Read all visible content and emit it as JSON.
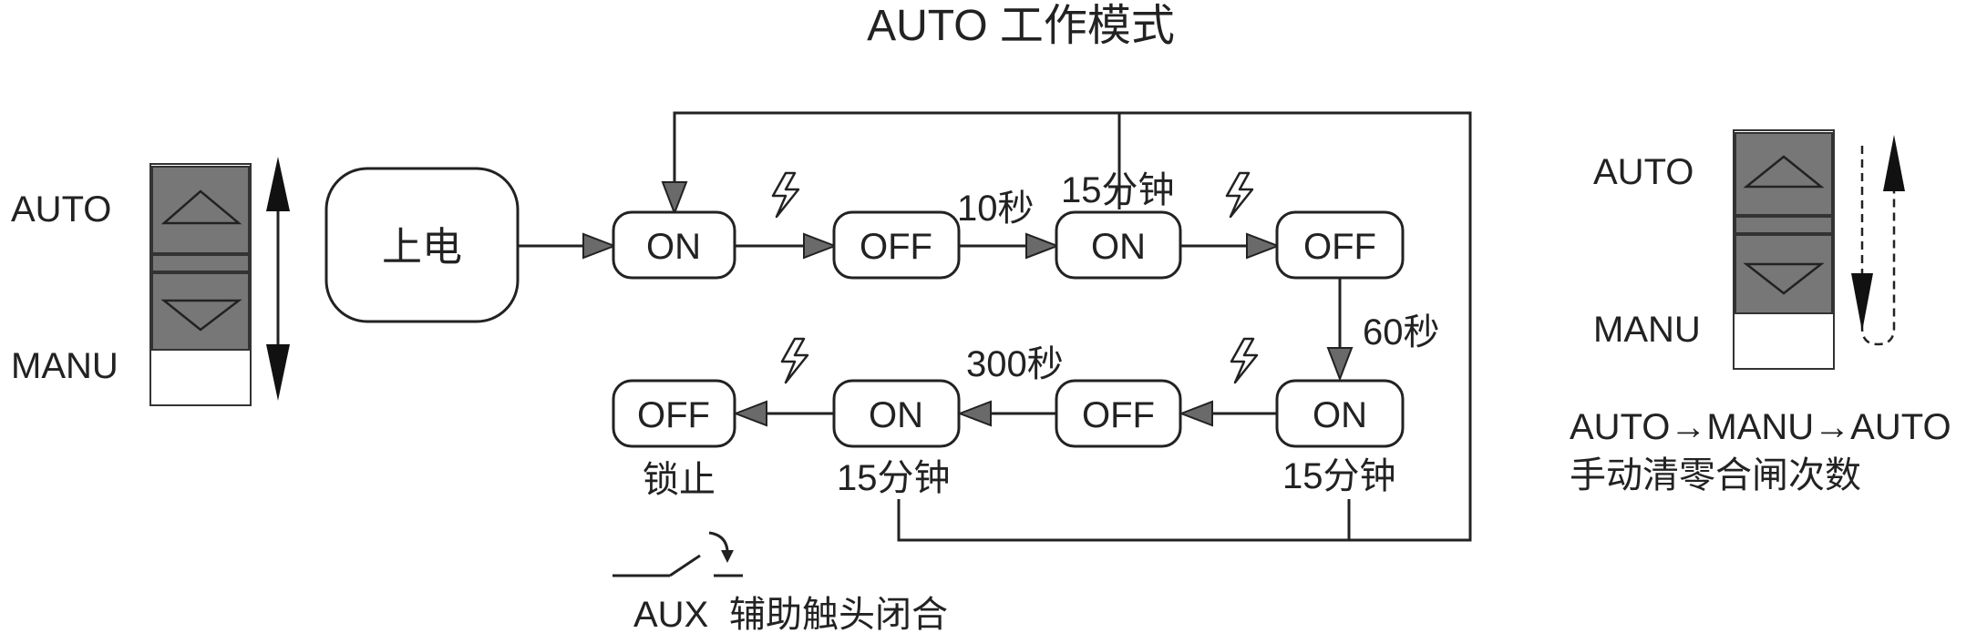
{
  "title": "AUTO 工作模式",
  "left_switch": {
    "top_label": "AUTO",
    "bottom_label": "MANU"
  },
  "power_on": "上电",
  "states": {
    "s1": "ON",
    "s2": "OFF",
    "s3": "ON",
    "s4": "OFF",
    "s5": "ON",
    "s6": "OFF",
    "s7": "ON",
    "s8": "OFF"
  },
  "timings": {
    "t_10s": "10秒",
    "t_15min_top": "15分钟",
    "t_60s": "60秒",
    "t_300s": "300秒",
    "t_15min_mid": "15分钟",
    "t_15min_right": "15分钟"
  },
  "lockout": "锁止",
  "aux": {
    "code": "AUX",
    "desc": "辅助触头闭合"
  },
  "right_switch": {
    "top_label": "AUTO",
    "bottom_label": "MANU",
    "sequence": "AUTO→MANU→AUTO",
    "caption": "手动清零合闸次数"
  },
  "icons": {
    "switch_up": "triangle-up-icon",
    "switch_down": "triangle-down-icon",
    "fault": "lightning-icon",
    "aux_contact": "switch-contact-icon"
  },
  "colors": {
    "line": "#222222",
    "switch_gray": "#777777",
    "arrow_fill": "#6a6a6a"
  }
}
